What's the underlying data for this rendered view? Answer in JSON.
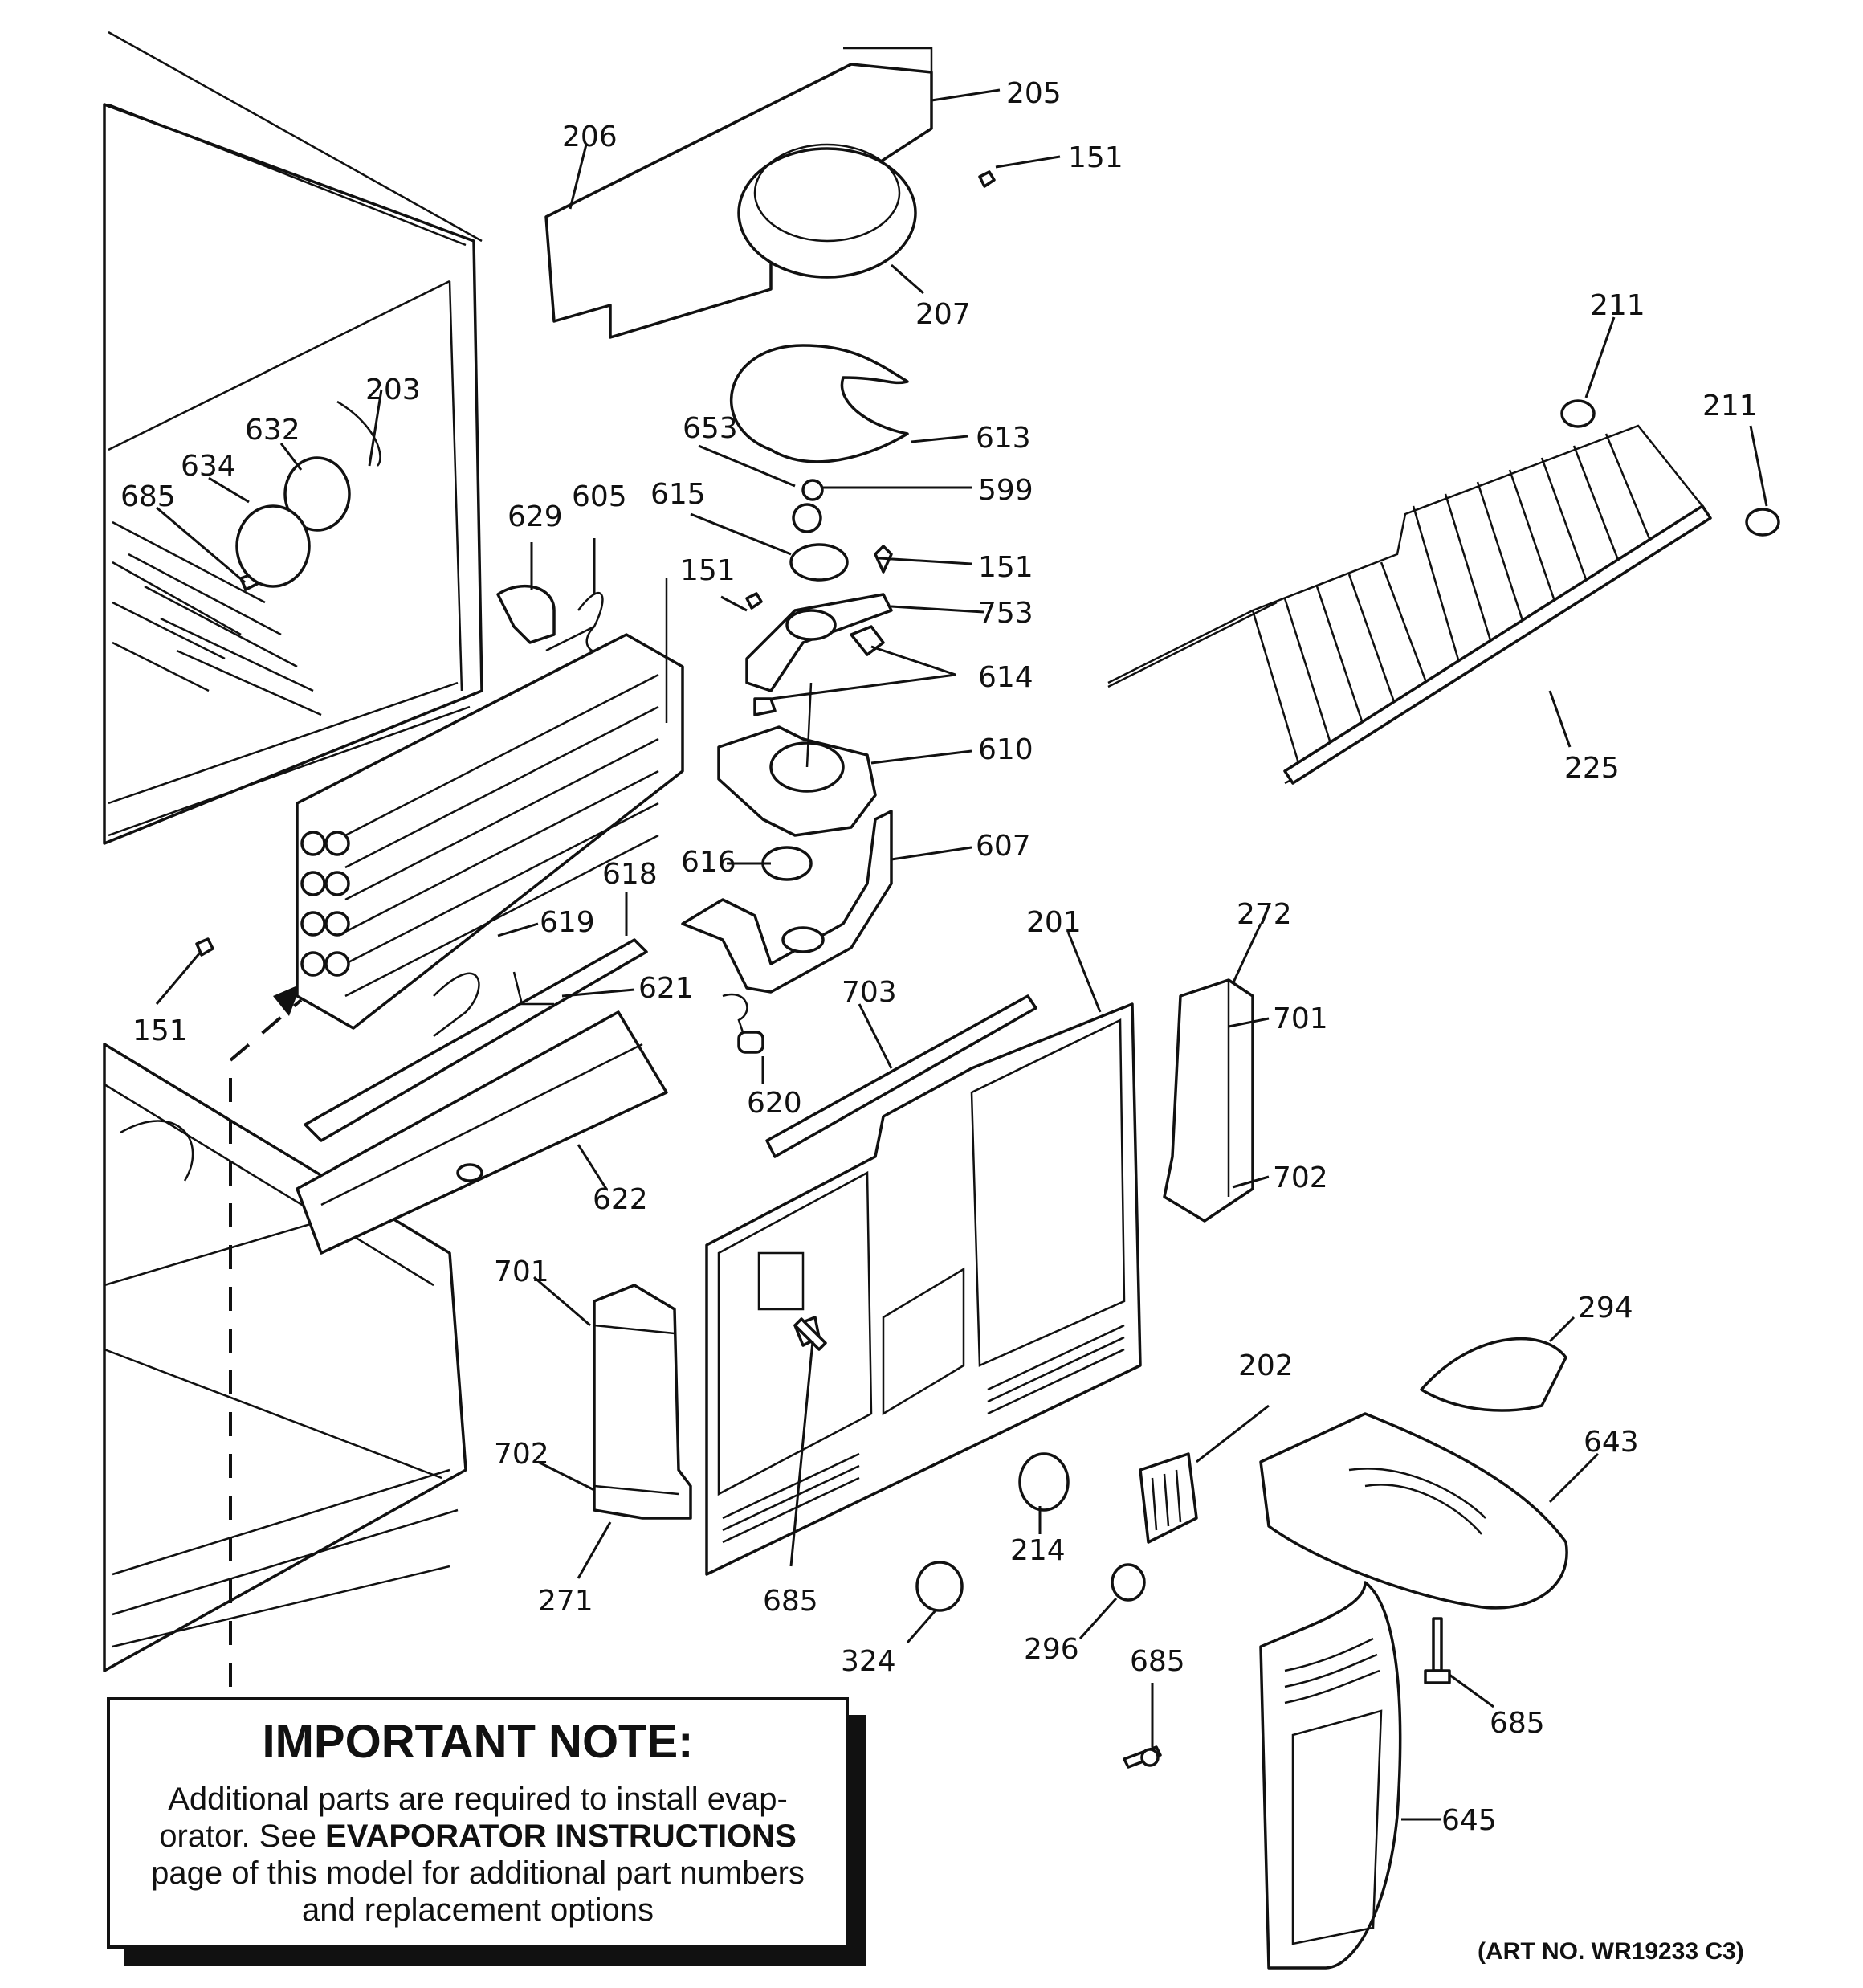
{
  "parts": [
    {
      "id": "205",
      "label": "205"
    },
    {
      "id": "151-a",
      "label": "151"
    },
    {
      "id": "206",
      "label": "206"
    },
    {
      "id": "207",
      "label": "207"
    },
    {
      "id": "211-a",
      "label": "211"
    },
    {
      "id": "211-b",
      "label": "211"
    },
    {
      "id": "203",
      "label": "203"
    },
    {
      "id": "632",
      "label": "632"
    },
    {
      "id": "653",
      "label": "653"
    },
    {
      "id": "613",
      "label": "613"
    },
    {
      "id": "634",
      "label": "634"
    },
    {
      "id": "685-a",
      "label": "685"
    },
    {
      "id": "629",
      "label": "629"
    },
    {
      "id": "605",
      "label": "605"
    },
    {
      "id": "615",
      "label": "615"
    },
    {
      "id": "599",
      "label": "599"
    },
    {
      "id": "151-b",
      "label": "151"
    },
    {
      "id": "151-c",
      "label": "151"
    },
    {
      "id": "753",
      "label": "753"
    },
    {
      "id": "614",
      "label": "614"
    },
    {
      "id": "610",
      "label": "610"
    },
    {
      "id": "225",
      "label": "225"
    },
    {
      "id": "616",
      "label": "616"
    },
    {
      "id": "607",
      "label": "607"
    },
    {
      "id": "618",
      "label": "618"
    },
    {
      "id": "619",
      "label": "619"
    },
    {
      "id": "151-d",
      "label": "151"
    },
    {
      "id": "621",
      "label": "621"
    },
    {
      "id": "201",
      "label": "201"
    },
    {
      "id": "272",
      "label": "272"
    },
    {
      "id": "703",
      "label": "703"
    },
    {
      "id": "701-a",
      "label": "701"
    },
    {
      "id": "620",
      "label": "620"
    },
    {
      "id": "622",
      "label": "622"
    },
    {
      "id": "702-a",
      "label": "702"
    },
    {
      "id": "701-b",
      "label": "701"
    },
    {
      "id": "294",
      "label": "294"
    },
    {
      "id": "202",
      "label": "202"
    },
    {
      "id": "643",
      "label": "643"
    },
    {
      "id": "702-b",
      "label": "702"
    },
    {
      "id": "214",
      "label": "214"
    },
    {
      "id": "271",
      "label": "271"
    },
    {
      "id": "685-b",
      "label": "685"
    },
    {
      "id": "324",
      "label": "324"
    },
    {
      "id": "296",
      "label": "296"
    },
    {
      "id": "685-c",
      "label": "685"
    },
    {
      "id": "685-d",
      "label": "685"
    },
    {
      "id": "645",
      "label": "645"
    }
  ],
  "note": {
    "title": "IMPORTANT NOTE:",
    "line1": "Additional parts are required to install evap-",
    "line2a": "orator.  See ",
    "line2b": "EVAPORATOR INSTRUCTIONS",
    "line3": "page of this model for additional part numbers",
    "line4": "and replacement options"
  },
  "art_number": "(ART NO. WR19233 C3)"
}
